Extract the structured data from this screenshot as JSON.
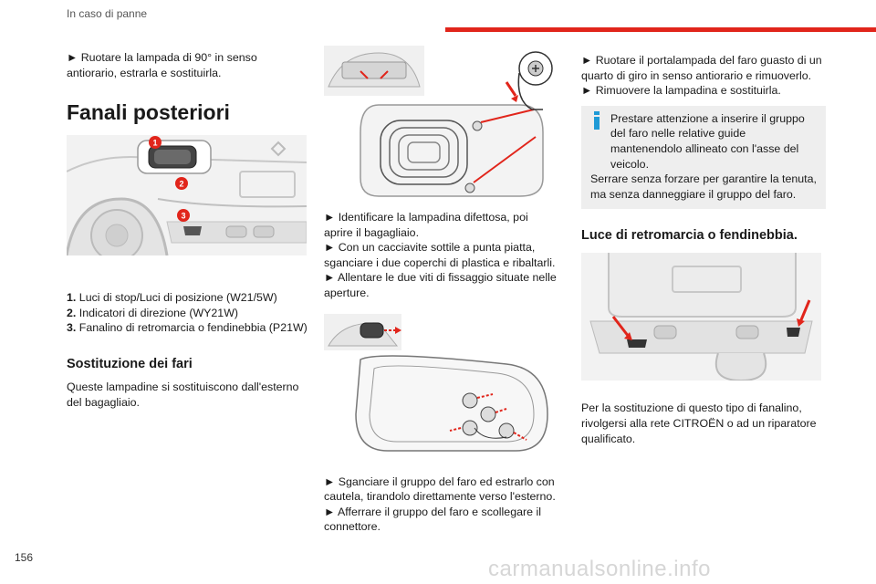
{
  "header": {
    "section_title": "In caso di panne",
    "accent_color": "#e1251b"
  },
  "page_number": "156",
  "watermark": "carmanualsonline.info",
  "col1": {
    "intro_bullet": "► Ruotare la lampada di 90° in senso antiorario, estrarla e sostituirla.",
    "heading": "Fanali posteriori",
    "figure_callouts": [
      "1",
      "2",
      "3"
    ],
    "legend": [
      {
        "num": "1.",
        "text": "Luci di stop/Luci di posizione (W21/5W)"
      },
      {
        "num": "2.",
        "text": "Indicatori di direzione (WY21W)"
      },
      {
        "num": "3.",
        "text": "Fanalino di retromarcia o fendinebbia (P21W)"
      }
    ],
    "subheading": "Sostituzione dei fari",
    "subheading_text": "Queste lampadine si sostituiscono dall'esterno del bagagliaio."
  },
  "col2": {
    "steps_a": [
      "► Identificare la lampadina difettosa, poi aprire il bagagliaio.",
      "► Con un cacciavite sottile a punta piatta, sganciare i due coperchi di plastica e ribaltarli.",
      "► Allentare le due viti di fissaggio situate nelle aperture."
    ],
    "steps_b": [
      "► Sganciare il gruppo del faro ed estrarlo con cautela, tirandolo direttamente verso l'esterno.",
      "► Afferrare il gruppo del faro e scollegare il connettore."
    ]
  },
  "col3": {
    "steps": [
      "► Ruotare il portalampada del faro guasto di un quarto di giro in senso antiorario e rimuoverlo.",
      "► Rimuovere la lampadina e sostituirla."
    ],
    "info_box": {
      "icon": "info-icon",
      "line1": "Prestare attenzione a inserire il gruppo del faro nelle relative guide mantenendolo allineato con l'asse del veicolo.",
      "line2": "Serrare senza forzare per garantire la tenuta, ma senza danneggiare il gruppo del faro."
    },
    "heading": "Luce di retromarcia o fendinebbia.",
    "paragraph": "Per la sostituzione di questo tipo di fanalino, rivolgersi alla rete CITROËN o ad un riparatore qualificato."
  }
}
